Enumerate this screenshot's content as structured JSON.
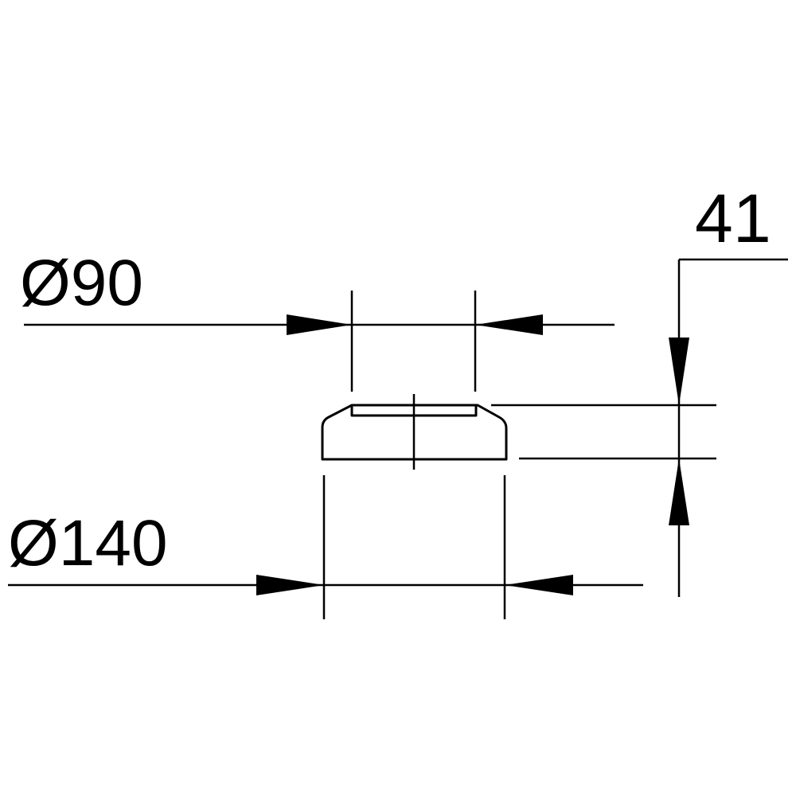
{
  "drawing": {
    "type": "technical dimension drawing",
    "line_color": "#000000",
    "background_color": "#ffffff",
    "dimensions": {
      "inner_diameter": {
        "label": "Ø90",
        "value": 90,
        "kind": "diameter"
      },
      "outer_diameter": {
        "label": "Ø140",
        "value": 140,
        "kind": "diameter"
      },
      "height": {
        "label": "41",
        "value": 41,
        "kind": "linear"
      }
    }
  }
}
